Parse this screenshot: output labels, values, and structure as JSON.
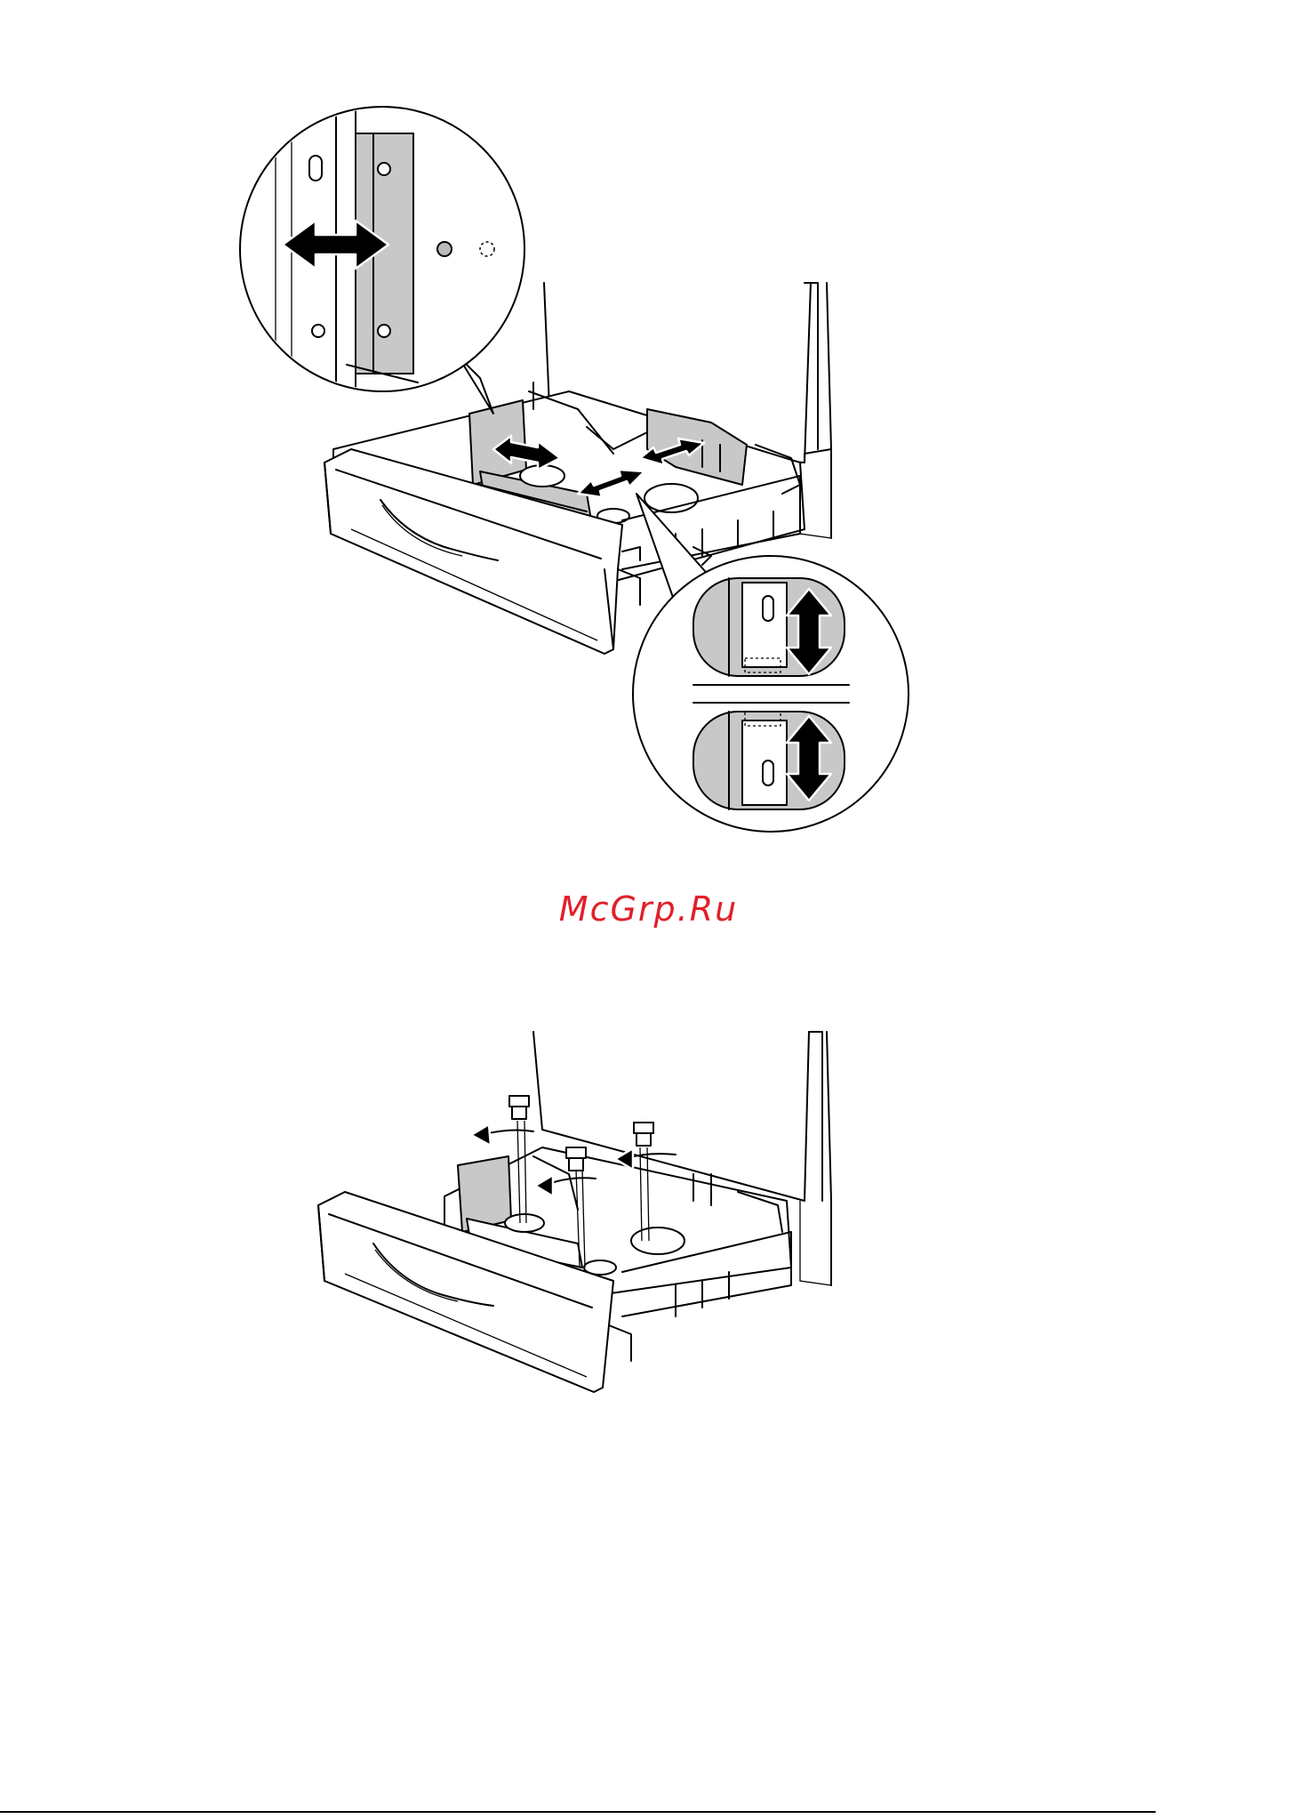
{
  "page": {
    "watermark_text": "McGrp.Ru",
    "watermark_color": "#e0202a"
  },
  "figures": {
    "top": {
      "icon": "paper-tray-guides-illustration"
    },
    "bottom": {
      "icon": "paper-tray-screws-illustration"
    }
  }
}
